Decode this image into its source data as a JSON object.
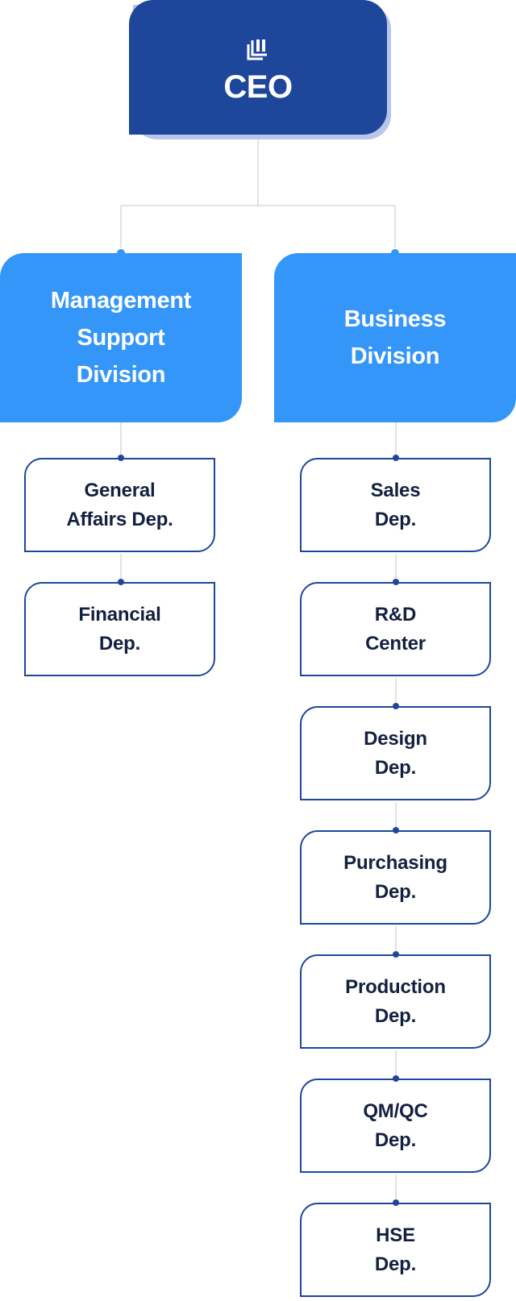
{
  "ceo": {
    "title": "CEO",
    "icon": "building-blocks-icon"
  },
  "divisions": [
    {
      "label": "Management\nSupport\nDivision",
      "departments": [
        "General\nAffairs Dep.",
        "Financial\nDep."
      ]
    },
    {
      "label": "Business\nDivision",
      "departments": [
        "Sales\nDep.",
        "R&D\nCenter",
        "Design\nDep.",
        "Purchasing\nDep.",
        "Production\nDep.",
        "QM/QC\nDep.",
        "HSE\nDep."
      ]
    }
  ],
  "colors": {
    "ceo_bg": "#1e479b",
    "ceo_shadow": "#b7c6ea",
    "division_bg": "#3496f8",
    "dept_border": "#1e479b",
    "dept_text": "#13203f",
    "connector": "#d9d9d9",
    "dot_light": "#3496f8",
    "dot_dark": "#1e479b"
  }
}
